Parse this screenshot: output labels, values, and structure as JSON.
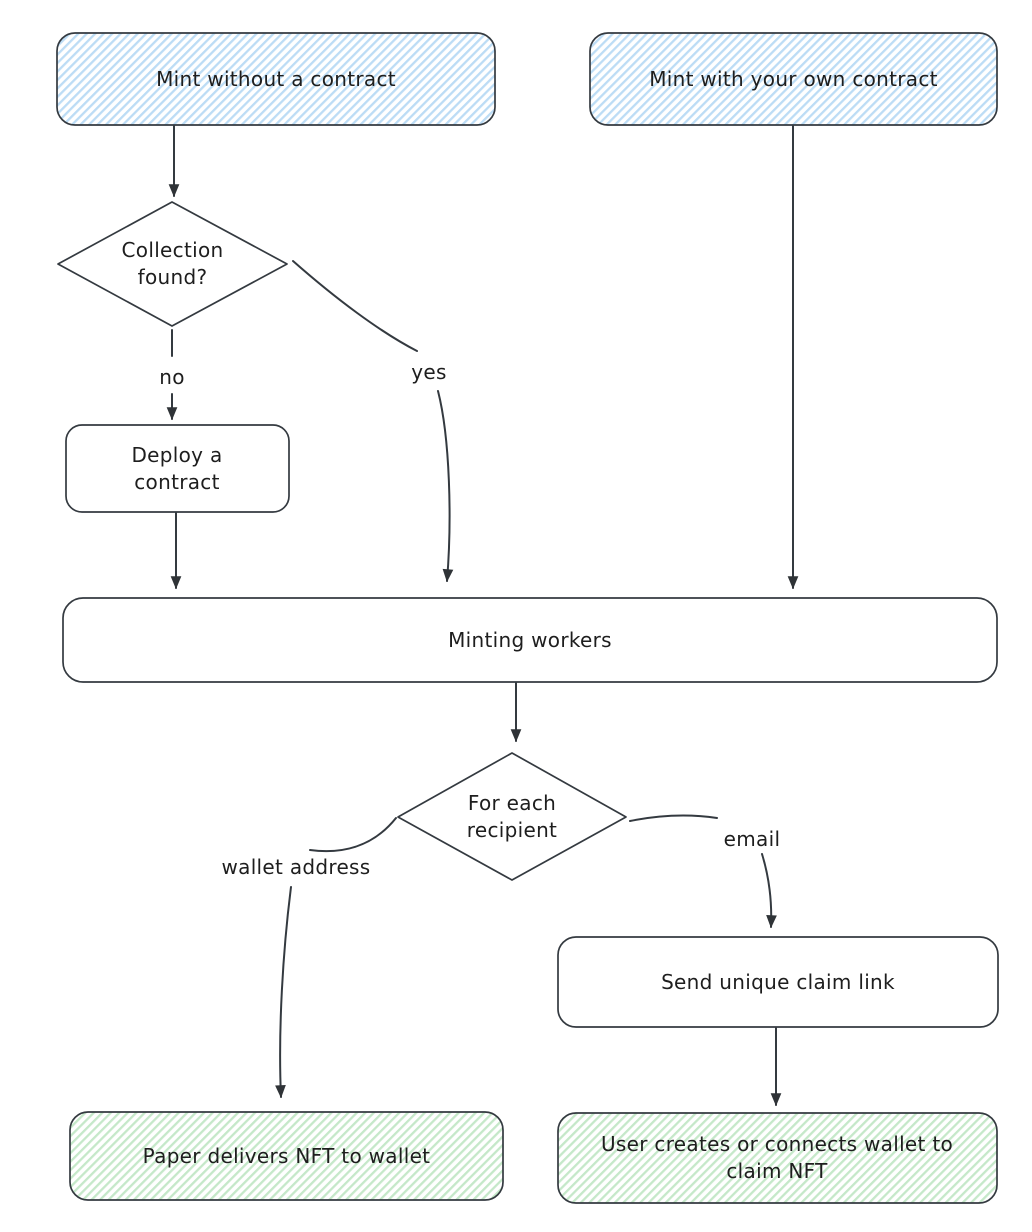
{
  "diagram": {
    "nodes": {
      "mint_without_contract": {
        "label": "Mint without a contract",
        "shape": "rounded-rect",
        "fill": "blue-hachure"
      },
      "mint_with_own_contract": {
        "label": "Mint with your own contract",
        "shape": "rounded-rect",
        "fill": "blue-hachure"
      },
      "collection_found": {
        "label": "Collection found?",
        "shape": "diamond",
        "fill": "white"
      },
      "deploy_contract": {
        "label": "Deploy a contract",
        "shape": "rounded-rect",
        "fill": "white"
      },
      "minting_workers": {
        "label": "Minting workers",
        "shape": "rounded-rect",
        "fill": "white"
      },
      "for_each_recipient": {
        "label": "For each recipient",
        "shape": "diamond",
        "fill": "white"
      },
      "send_claim_link": {
        "label": "Send unique claim link",
        "shape": "rounded-rect",
        "fill": "white"
      },
      "paper_delivers_nft": {
        "label": "Paper delivers NFT to wallet",
        "shape": "rounded-rect",
        "fill": "green-hachure"
      },
      "user_claims_nft": {
        "label": "User creates or connects wallet to claim NFT",
        "shape": "rounded-rect",
        "fill": "green-hachure"
      }
    },
    "edges": [
      {
        "from": "mint_without_contract",
        "to": "collection_found",
        "label": ""
      },
      {
        "from": "collection_found",
        "to": "deploy_contract",
        "label": "no"
      },
      {
        "from": "collection_found",
        "to": "minting_workers",
        "label": "yes"
      },
      {
        "from": "deploy_contract",
        "to": "minting_workers",
        "label": ""
      },
      {
        "from": "mint_with_own_contract",
        "to": "minting_workers",
        "label": ""
      },
      {
        "from": "minting_workers",
        "to": "for_each_recipient",
        "label": ""
      },
      {
        "from": "for_each_recipient",
        "to": "paper_delivers_nft",
        "label": "wallet address"
      },
      {
        "from": "for_each_recipient",
        "to": "send_claim_link",
        "label": "email"
      },
      {
        "from": "send_claim_link",
        "to": "user_claims_nft",
        "label": ""
      }
    ],
    "edge_labels": {
      "no": "no",
      "yes": "yes",
      "wallet_address": "wallet address",
      "email": "email"
    },
    "colors": {
      "background": "#ffffff",
      "stroke": "#343a40",
      "text": "#1e1e1e",
      "blue_hachure": "#bcdcf5",
      "green_hachure": "#c5e8c9"
    }
  }
}
